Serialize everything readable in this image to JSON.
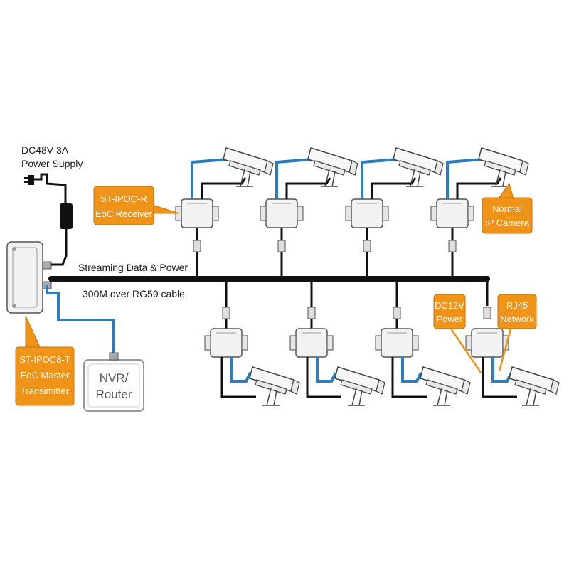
{
  "power_supply": {
    "line1": "DC48V 3A",
    "line2": "Power Supply"
  },
  "receiver_callout": {
    "line1": "ST-IPOC-R",
    "line2": "EoC Receiver"
  },
  "camera_callout": {
    "line1": "Normal",
    "line2": "IP Camera"
  },
  "transmitter_callout": {
    "line1": "ST-IPOC8-T",
    "line2": "EoC Master",
    "line3": "Transimitter"
  },
  "bus_label_top": "Streaming Data & Power",
  "bus_label_bottom": "300M over RG59 cable",
  "dc12v_callout": {
    "line1": "DC12V",
    "line2": "Power"
  },
  "rj45_callout": {
    "line1": "RJ45",
    "line2": "Network"
  },
  "nvr": {
    "line1": "NVR/",
    "line2": "Router"
  },
  "colors": {
    "cable": "#111111",
    "network": "#2d7cc1",
    "callout": "#ef9319"
  }
}
